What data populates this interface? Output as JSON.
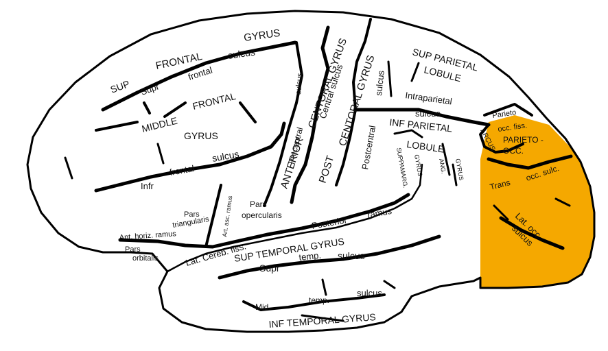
{
  "colors": {
    "background": "#ffffff",
    "outline": "#000000",
    "highlight": "#f5a800"
  },
  "labels": {
    "gyrus_top": "GYRUS",
    "sup": "SUP",
    "frontal_1": "FRONTAL",
    "sulcus_sup": "sulcus",
    "supr": "Supr",
    "frontal_2": "frontal",
    "middle": "MIDDLE",
    "frontal_3": "FRONTAL",
    "gyrus_mid": "GYRUS",
    "infr": "Infr",
    "frontal_4": "frontal",
    "sulcus_inf": "sulcus",
    "sulcus_small": "sulcus",
    "centoral_gyrus": "CENTORAL GYRUS",
    "central_sulcus": "Central sulcus",
    "precentral": "Precentral",
    "anterior": "ANTERIOR",
    "post_centoral_gyrus": "CENTORAL GYRUS",
    "sulcus_post": "sulcus",
    "post": "POST",
    "postcentral": "Postcentral",
    "sup_parietal": "SUP PARIETAL",
    "lobule_1": "LOBULE",
    "intraparietal": "Intraparietal",
    "sulcus_ip": "sulcus",
    "inf_parietal": "INF PARIETAL",
    "lobule_2": "LOBULE",
    "suppramarg": "SUPPAMARG.",
    "gyrus_sm": "GYRUS",
    "ang": "ANG.",
    "gyrus_ang": "GYRUS",
    "parieto": "Parieto",
    "occ_fiss": "occ. fiss.",
    "arcus": "ARCUS",
    "parieto_occ": "PARIETO -",
    "occ": "OCC.",
    "trans": "Trans",
    "occ_sulc": "occ. sulc.",
    "lat_occ": "Lat. occ.",
    "sulcus_lat_occ": "sulcus",
    "pars": "Pars",
    "triangularis": "triangularis",
    "art_asc_ramus": "Art. asc. ramus",
    "pars_2": "Pars",
    "opercularis": "opercularis",
    "ant_horiz_ramus": "Ant. horiz. ramus",
    "pars_3": "Pars",
    "orbitalis": "orbitalis",
    "lat_cereb_fiss": "Lat. Cereb. fiss.",
    "posterior": "Posterior",
    "ramus": "ramus",
    "sup_temporal_gyrus": "SUP TEMPORAL GYRUS",
    "supr_2": "Supr",
    "temp_1": "temp.",
    "sulcus_temp": "sulcus",
    "mid": "Mid.",
    "temp_2": "temp.",
    "sulcus_mid": "sulcus",
    "inf_temporal_gyrus": "INF TEMPORAL GYRUS"
  }
}
